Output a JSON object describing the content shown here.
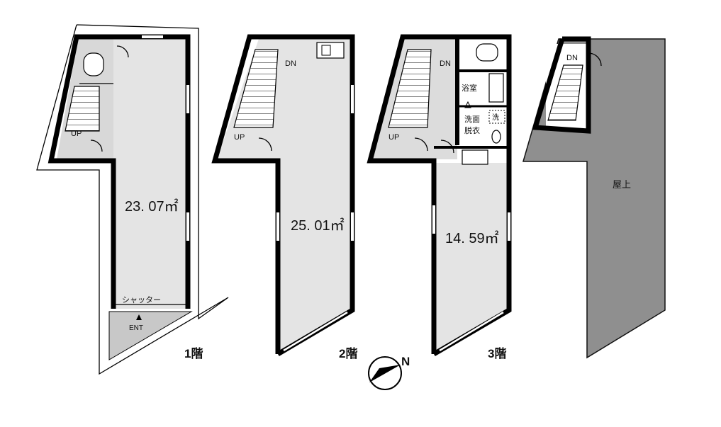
{
  "floors": [
    {
      "floor_label": "1階",
      "area": "23. 07㎡",
      "stair_label": "UP",
      "shutter_label": "シャッター",
      "entrance_label": "ENT"
    },
    {
      "floor_label": "2階",
      "area": "25. 01㎡",
      "stair_up_label": "UP",
      "stair_down_label": "DN"
    },
    {
      "floor_label": "3階",
      "area": "14. 59㎡",
      "stair_up_label": "UP",
      "stair_down_label": "DN",
      "bath_label": "浴室",
      "washroom_label_1": "洗面",
      "washroom_label_2": "脱衣",
      "washer_label": "洗"
    },
    {
      "floor_label": "",
      "area_label": "屋上",
      "stair_down_label": "DN"
    }
  ],
  "compass": {
    "north_label": "N"
  },
  "colors": {
    "floor_fill": "#e4e4e4",
    "rooftop_fill": "#8f8f8f",
    "entrance_fill": "#c8c8c8",
    "wall": "#000000"
  }
}
